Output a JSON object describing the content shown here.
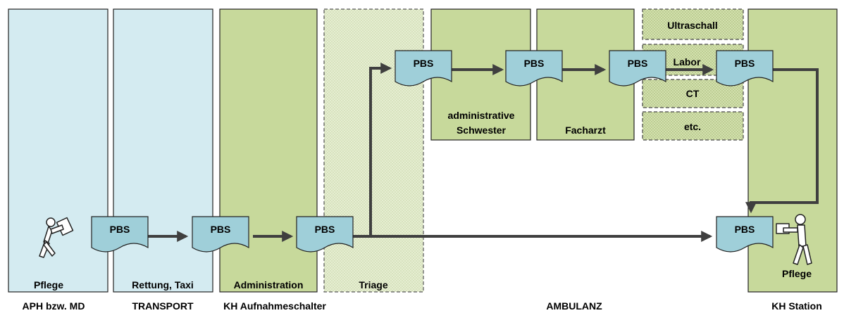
{
  "colors": {
    "lane_blue": "#d4ebf1",
    "lane_green": "#c7d99b",
    "lane_triage": "#e3ecce",
    "box_dotted": "#d3e0ae",
    "document": "#9fcfd9",
    "arrow": "#3f3f3f"
  },
  "document_label": "PBS",
  "lanes": {
    "aph": {
      "caption": "Pflege",
      "bottom": "APH bzw. MD"
    },
    "transport": {
      "caption": "Rettung, Taxi",
      "bottom": "TRANSPORT"
    },
    "admin": {
      "caption": "Administration",
      "bottom": "KH Aufnahmeschalter"
    },
    "triage": {
      "caption": "Triage"
    },
    "ambulanz": {
      "bottom": "AMBULANZ"
    },
    "station": {
      "caption": "Pflege",
      "bottom": "KH Station"
    }
  },
  "ambulanz_units": {
    "admin_nurse": {
      "label_line1": "administrative",
      "label_line2": "Schwester"
    },
    "facharzt": {
      "label": "Facharzt"
    }
  },
  "diagnostics": {
    "ultraschall": "Ultraschall",
    "labor": "Labor",
    "ct": "CT",
    "etc": "etc."
  },
  "icons": {
    "sender": "person-carrying-document-icon",
    "receiver": "person-receiving-document-icon"
  }
}
